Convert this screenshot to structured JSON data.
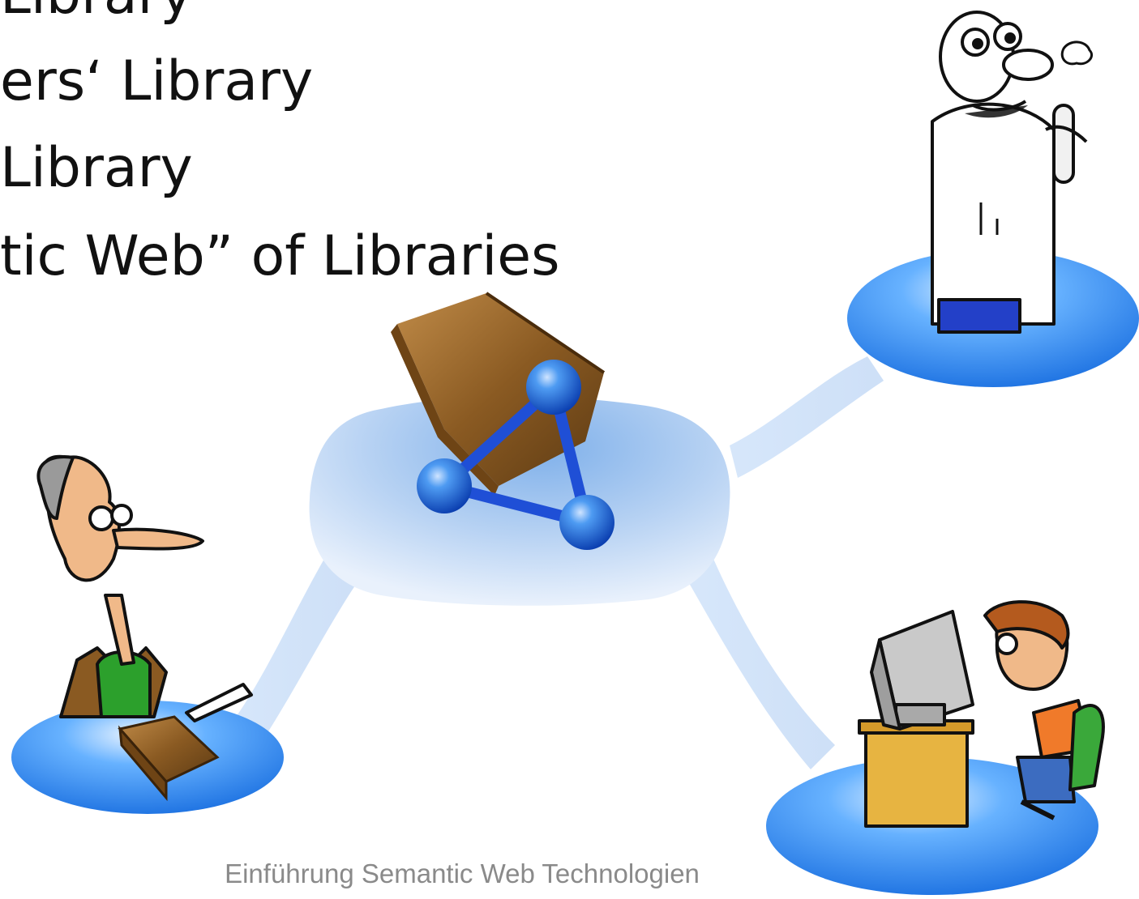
{
  "slide": {
    "bullets": [
      "Library",
      "ers‘ Library",
      "Library",
      "tic Web” of Libraries"
    ],
    "footer": "Einführung Semantic Web Technologien"
  },
  "colors": {
    "blob_blue": "#2a8ef0",
    "hub_blue": "#9dc2ee",
    "graph_blue": "#1f4fd6",
    "book_brown": "#8a5a22"
  },
  "graph": {
    "node_count": 3,
    "edge_count": 3
  },
  "figures": {
    "top_right": "scientist",
    "bottom_left": "librarian",
    "bottom_right": "computer-user"
  }
}
